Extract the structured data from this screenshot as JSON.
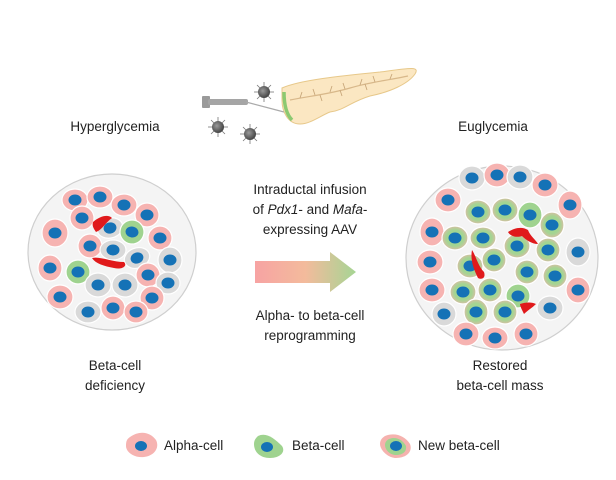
{
  "left_panel": {
    "state_label": "Hyperglycemia",
    "caption_line1": "Beta-cell",
    "caption_line2": "deficiency"
  },
  "right_panel": {
    "state_label": "Euglycemia",
    "caption_line1": "Restored",
    "caption_line2": "beta-cell mass"
  },
  "treatment": {
    "line1": "Intraductal infusion",
    "line2_pre": "of ",
    "line2_gene1": "Pdx1",
    "line2_mid": "- and ",
    "line2_gene2": "Mafa",
    "line2_post": "-",
    "line3": "expressing AAV"
  },
  "process": {
    "line1": "Alpha- to beta-cell",
    "line2": "reprogramming",
    "arrow_gradient": [
      "#f7a1a1",
      "#f5b79a",
      "#a8d596"
    ]
  },
  "legend": [
    {
      "label": "Alpha-cell",
      "icon": "alpha-cell-icon"
    },
    {
      "label": "Beta-cell",
      "icon": "beta-cell-icon"
    },
    {
      "label": "New beta-cell",
      "icon": "new-beta-cell-icon"
    }
  ],
  "colors": {
    "alpha_cell": "#f6b3b1",
    "beta_cell": "#9fd38f",
    "other_cell": "#d9d9d9",
    "nucleus": "#1572b6",
    "vessel": "#e0191b",
    "islet_border": "#cfcfcf"
  }
}
